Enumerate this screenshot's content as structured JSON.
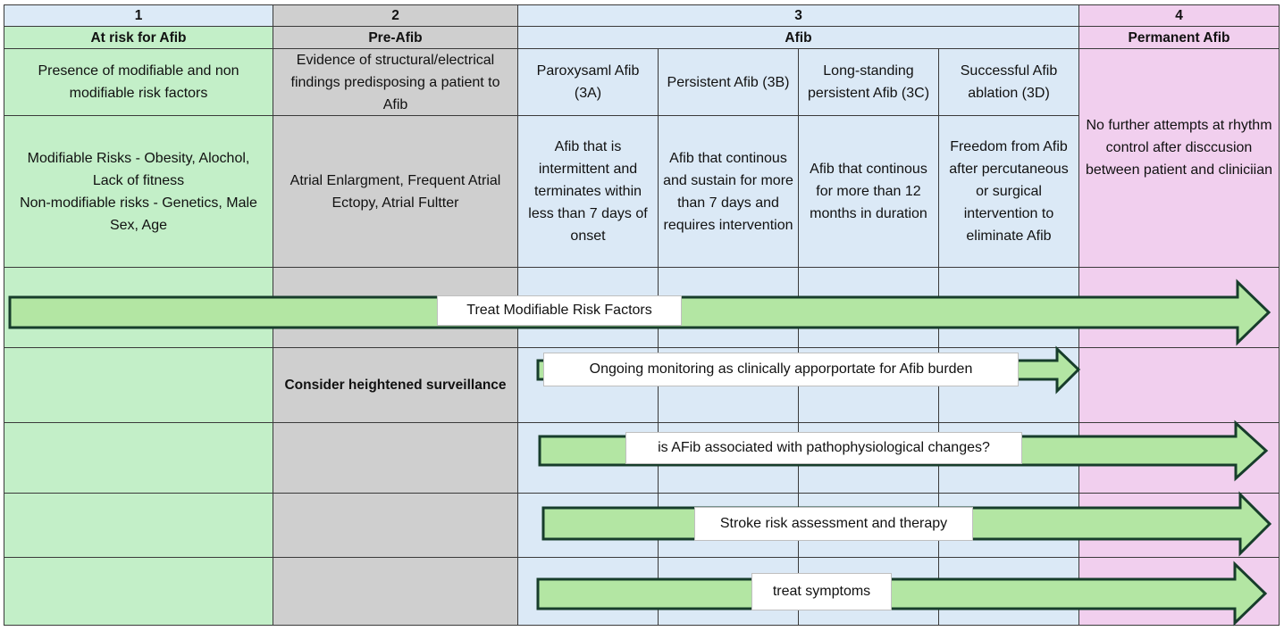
{
  "columns": {
    "c1": {
      "number": "1",
      "title": "At risk for Afib"
    },
    "c2": {
      "number": "2",
      "title": "Pre-Afib"
    },
    "c3": {
      "number": "3",
      "title": "Afib"
    },
    "c4": {
      "number": "4",
      "title": "Permanent Afib"
    }
  },
  "descriptions": {
    "c1": "Presence of modifiable and non modifiable risk factors",
    "c2": "Evidence of structural/electrical findings predisposing a patient to Afib",
    "c3a": "Paroxysaml Afib (3A)",
    "c3b": "Persistent Afib (3B)",
    "c3c": "Long-standing persistent Afib (3C)",
    "c3d": "Successful  Afib ablation (3D)"
  },
  "details": {
    "c1_line1": "Modifiable Risks - Obesity, Alochol, Lack of fitness",
    "c1_line2": "Non-modifiable risks - Genetics, Male Sex, Age",
    "c2": "Atrial Enlargment, Frequent Atrial Ectopy, Atrial Fultter",
    "c3a": "Afib that is intermittent and terminates within less than 7 days of onset",
    "c3b": "Afib that continous and sustain for more than 7 days and requires intervention",
    "c3c": "Afib that continous for more than 12 months in duration",
    "c3d": "Freedom from Afib after percutaneous or surgical intervention to eliminate Afib",
    "c4": "No further attempts at rhythm control after disccusion between patient and cliniciian"
  },
  "rows": {
    "surveillance": "Consider heightened surveillance"
  },
  "arrows": [
    {
      "id": "treat-risk",
      "label": "Treat Modifiable Risk Factors"
    },
    {
      "id": "monitoring",
      "label": "Ongoing monitoring as clinically apporportate for Afib burden"
    },
    {
      "id": "pathophys",
      "label": "is AFib associated with pathophysiological  changes?"
    },
    {
      "id": "stroke",
      "label": "Stroke risk assessment and therapy"
    },
    {
      "id": "symptoms",
      "label": "treat symptoms"
    }
  ],
  "colors": {
    "arrow_fill": "#b3e6a3",
    "arrow_stroke": "#173d2b",
    "stage1": "#c3efc8",
    "stage2": "#cfcfcf",
    "stage3": "#dbe9f6",
    "stage4": "#f1cfee"
  }
}
